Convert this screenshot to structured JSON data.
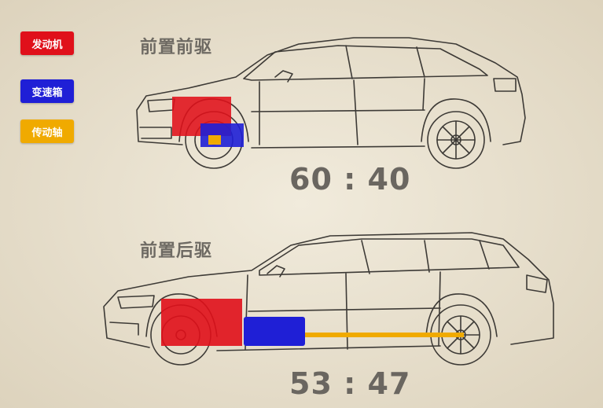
{
  "legend": [
    {
      "label": "发动机",
      "color": "#e0101a"
    },
    {
      "label": "变速箱",
      "color": "#1f1fd6"
    },
    {
      "label": "传动轴",
      "color": "#f0aa00"
    }
  ],
  "diagrams": [
    {
      "title": "前置前驱",
      "ratio": "60 : 40"
    },
    {
      "title": "前置后驱",
      "ratio": "53 : 47"
    }
  ]
}
